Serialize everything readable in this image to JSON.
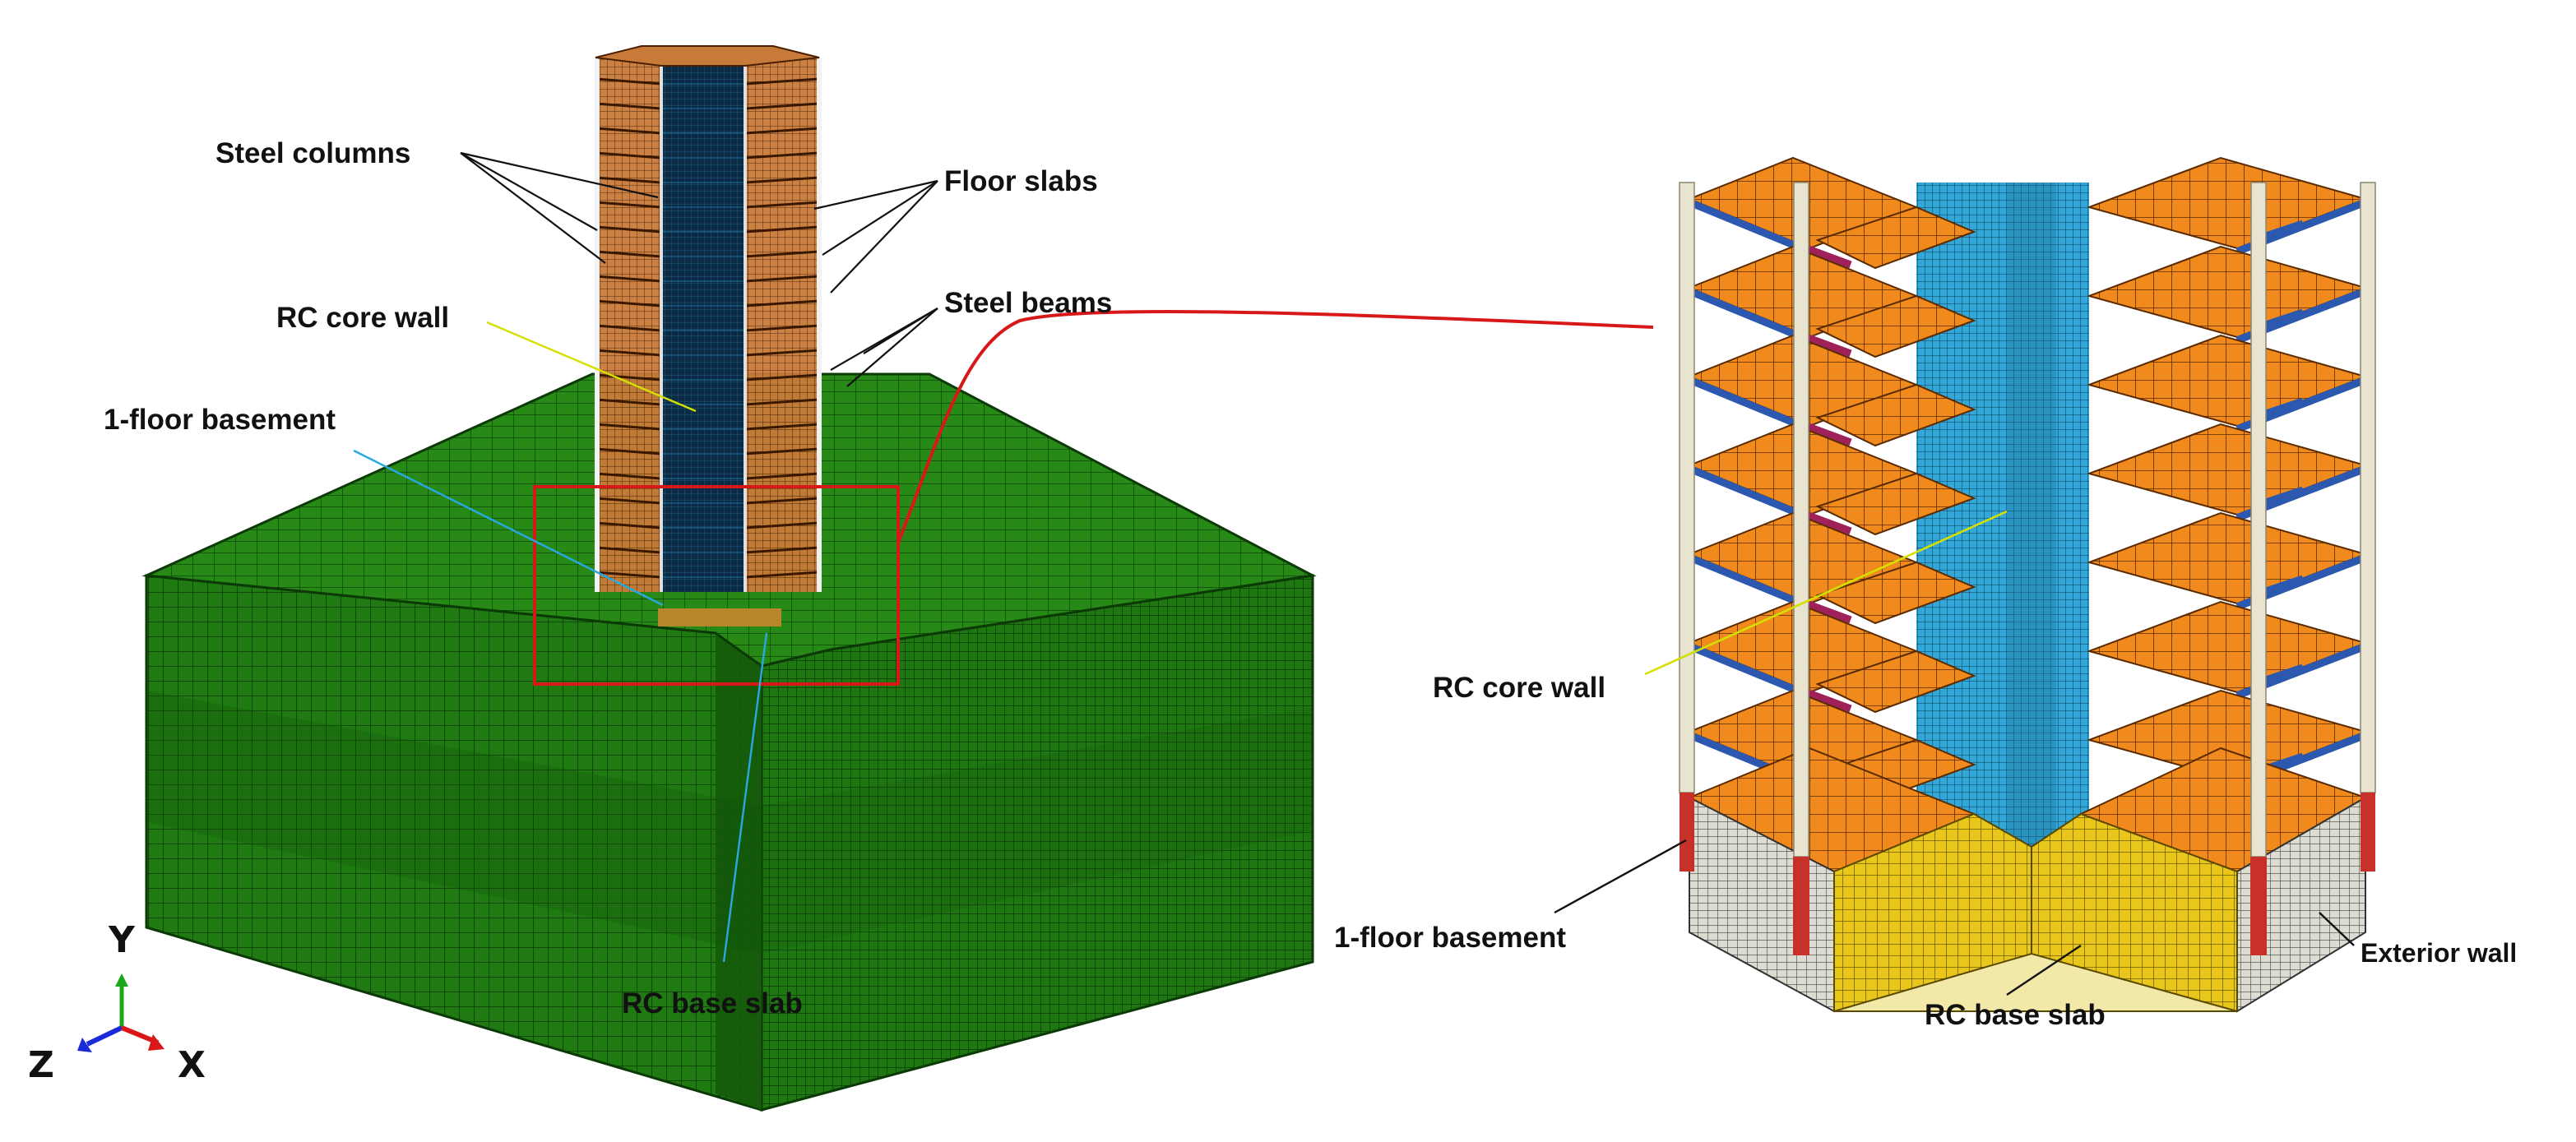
{
  "left_view": {
    "labels": {
      "steel_columns": "Steel  columns",
      "floor_slabs": "Floor slabs",
      "rc_core_wall": "RC core wall",
      "steel_beams": "Steel beams",
      "basement": "1-floor basement",
      "rc_base_slab": "RC base slab"
    },
    "axes": {
      "y": "Y",
      "z": "Z",
      "x": "X"
    }
  },
  "right_view": {
    "labels": {
      "rc_core_wall": "RC core wall",
      "basement": "1-floor basement",
      "rc_base_slab": "RC base slab",
      "exterior_wall": "Exterior wall"
    }
  },
  "colors": {
    "soil_green": "#1f7a12",
    "soil_mesh": "#0b3a06",
    "slab_orange": "#f08a1c",
    "core_blue": "#33a8d8",
    "beam_blue": "#2c58b0",
    "column_beige": "#e8e4cf",
    "base_yellow": "#e8c61c",
    "basement_grey": "#dcdcd2",
    "highlight_red": "#d81818",
    "leader_yellow": "#d4e000",
    "leader_cyan": "#2aa8e0"
  }
}
